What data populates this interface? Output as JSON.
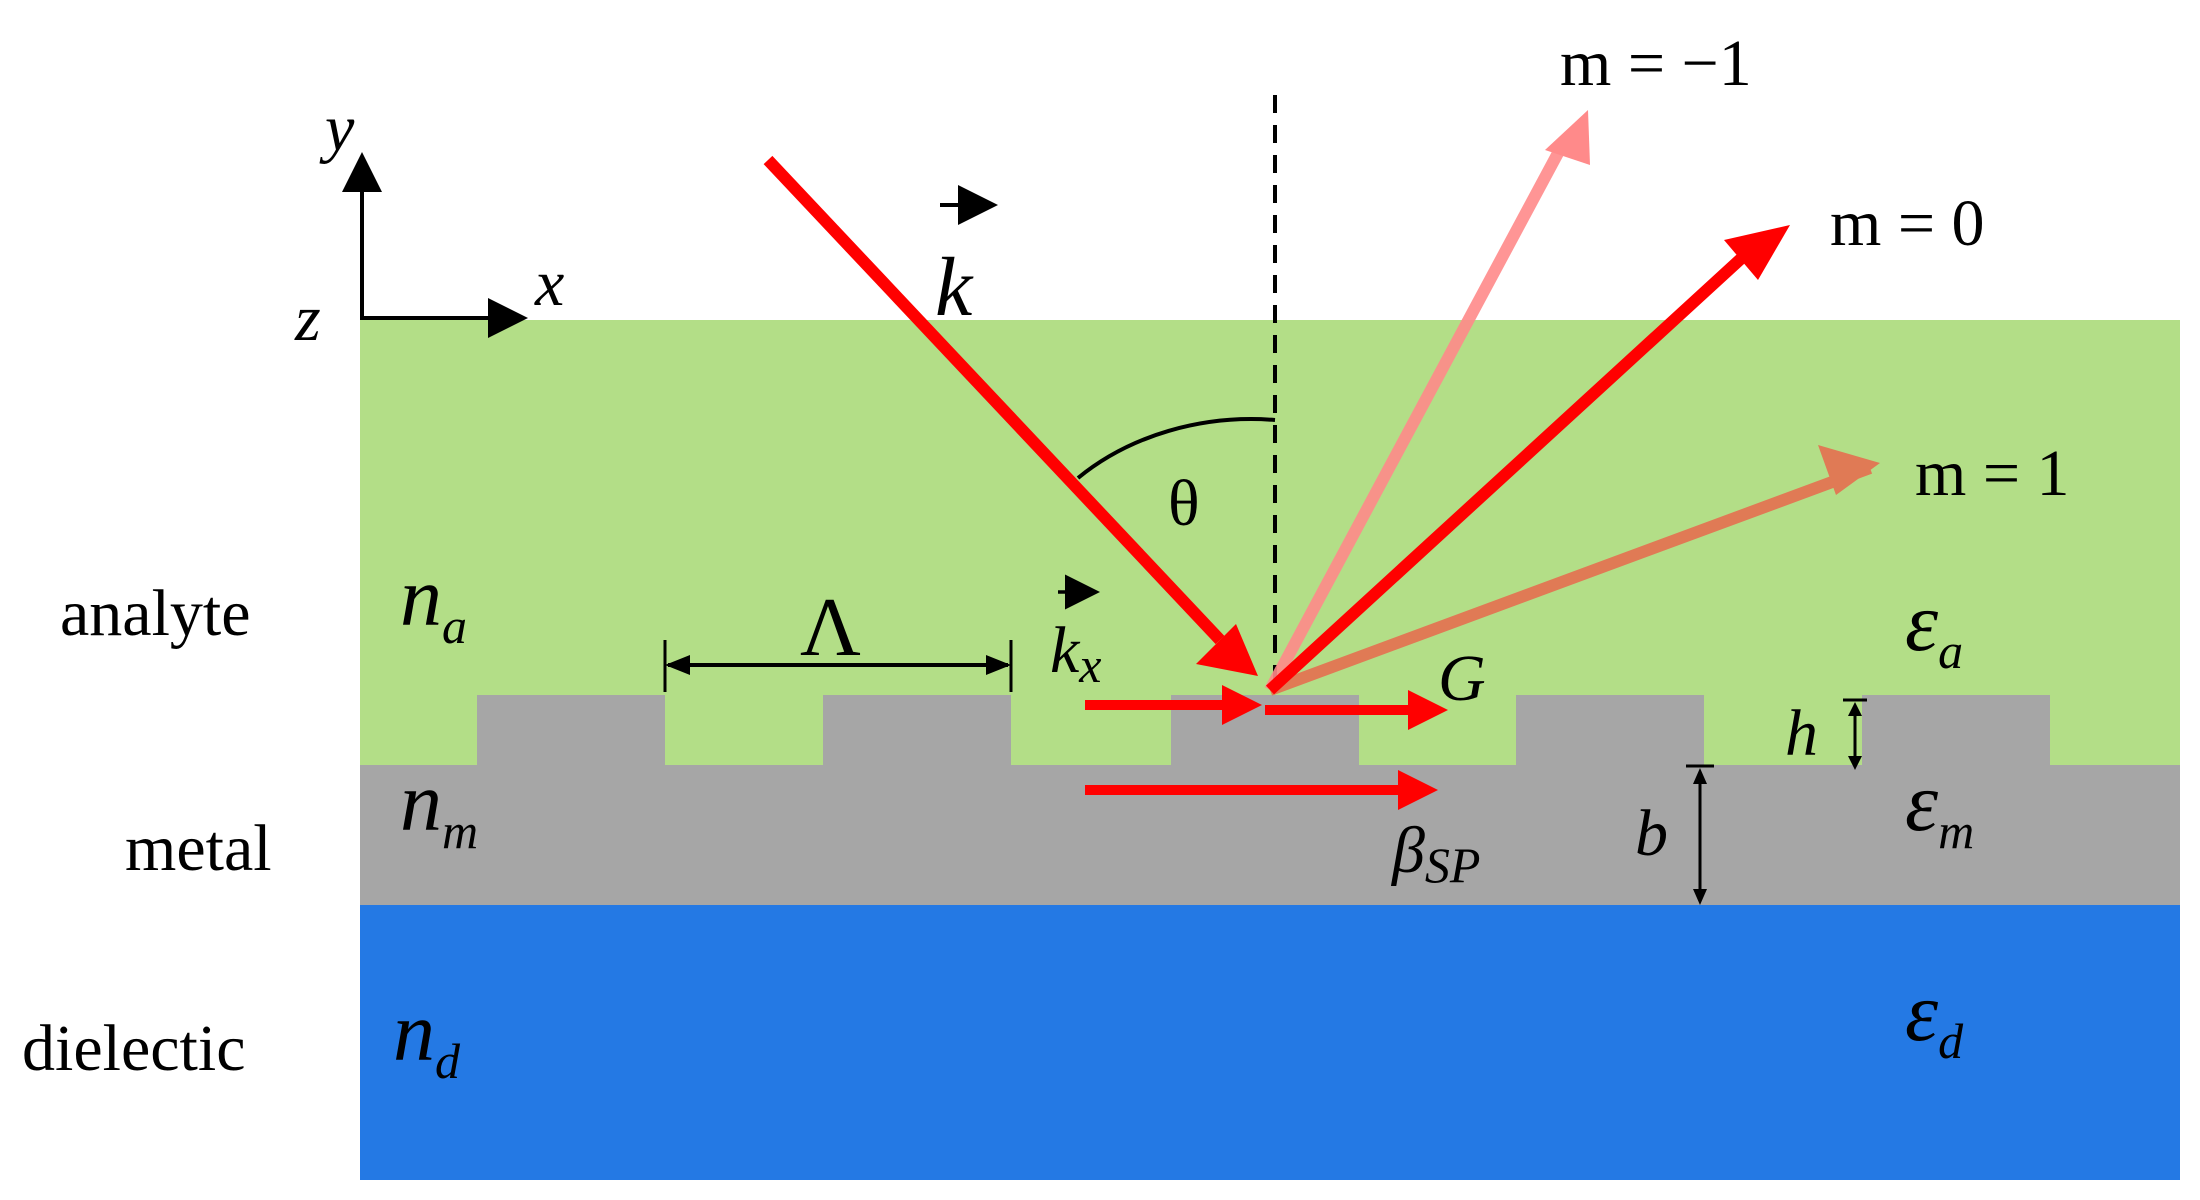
{
  "axes": {
    "y": "y",
    "x": "x",
    "z": "z"
  },
  "layers": {
    "analyte": {
      "label": "analyte",
      "index_main": "n",
      "index_sub": "a",
      "eps_main": "ε",
      "eps_sub": "a",
      "color": "#b3de87"
    },
    "metal": {
      "label": "metal",
      "index_main": "n",
      "index_sub": "m",
      "eps_main": "ε",
      "eps_sub": "m",
      "color": "#a6a6a6"
    },
    "dielectric": {
      "label": "dielectic",
      "index_main": "n",
      "index_sub": "d",
      "eps_main": "ε",
      "eps_sub": "d",
      "color": "#2479e4"
    }
  },
  "symbols": {
    "k": "k",
    "kx_main": "k",
    "kx_sub": "x",
    "theta": "θ",
    "period": "Λ",
    "grating_vector": "G",
    "beta_main": "β",
    "beta_sub": "SP",
    "h": "h",
    "b": "b"
  },
  "orders": {
    "m_minus1": "m = −1",
    "m_0": "m = 0",
    "m_1": "m = 1"
  },
  "colors": {
    "beam": "#ff0000",
    "order_minus1": "#ff8a8a",
    "order_1": "#e07a55"
  }
}
